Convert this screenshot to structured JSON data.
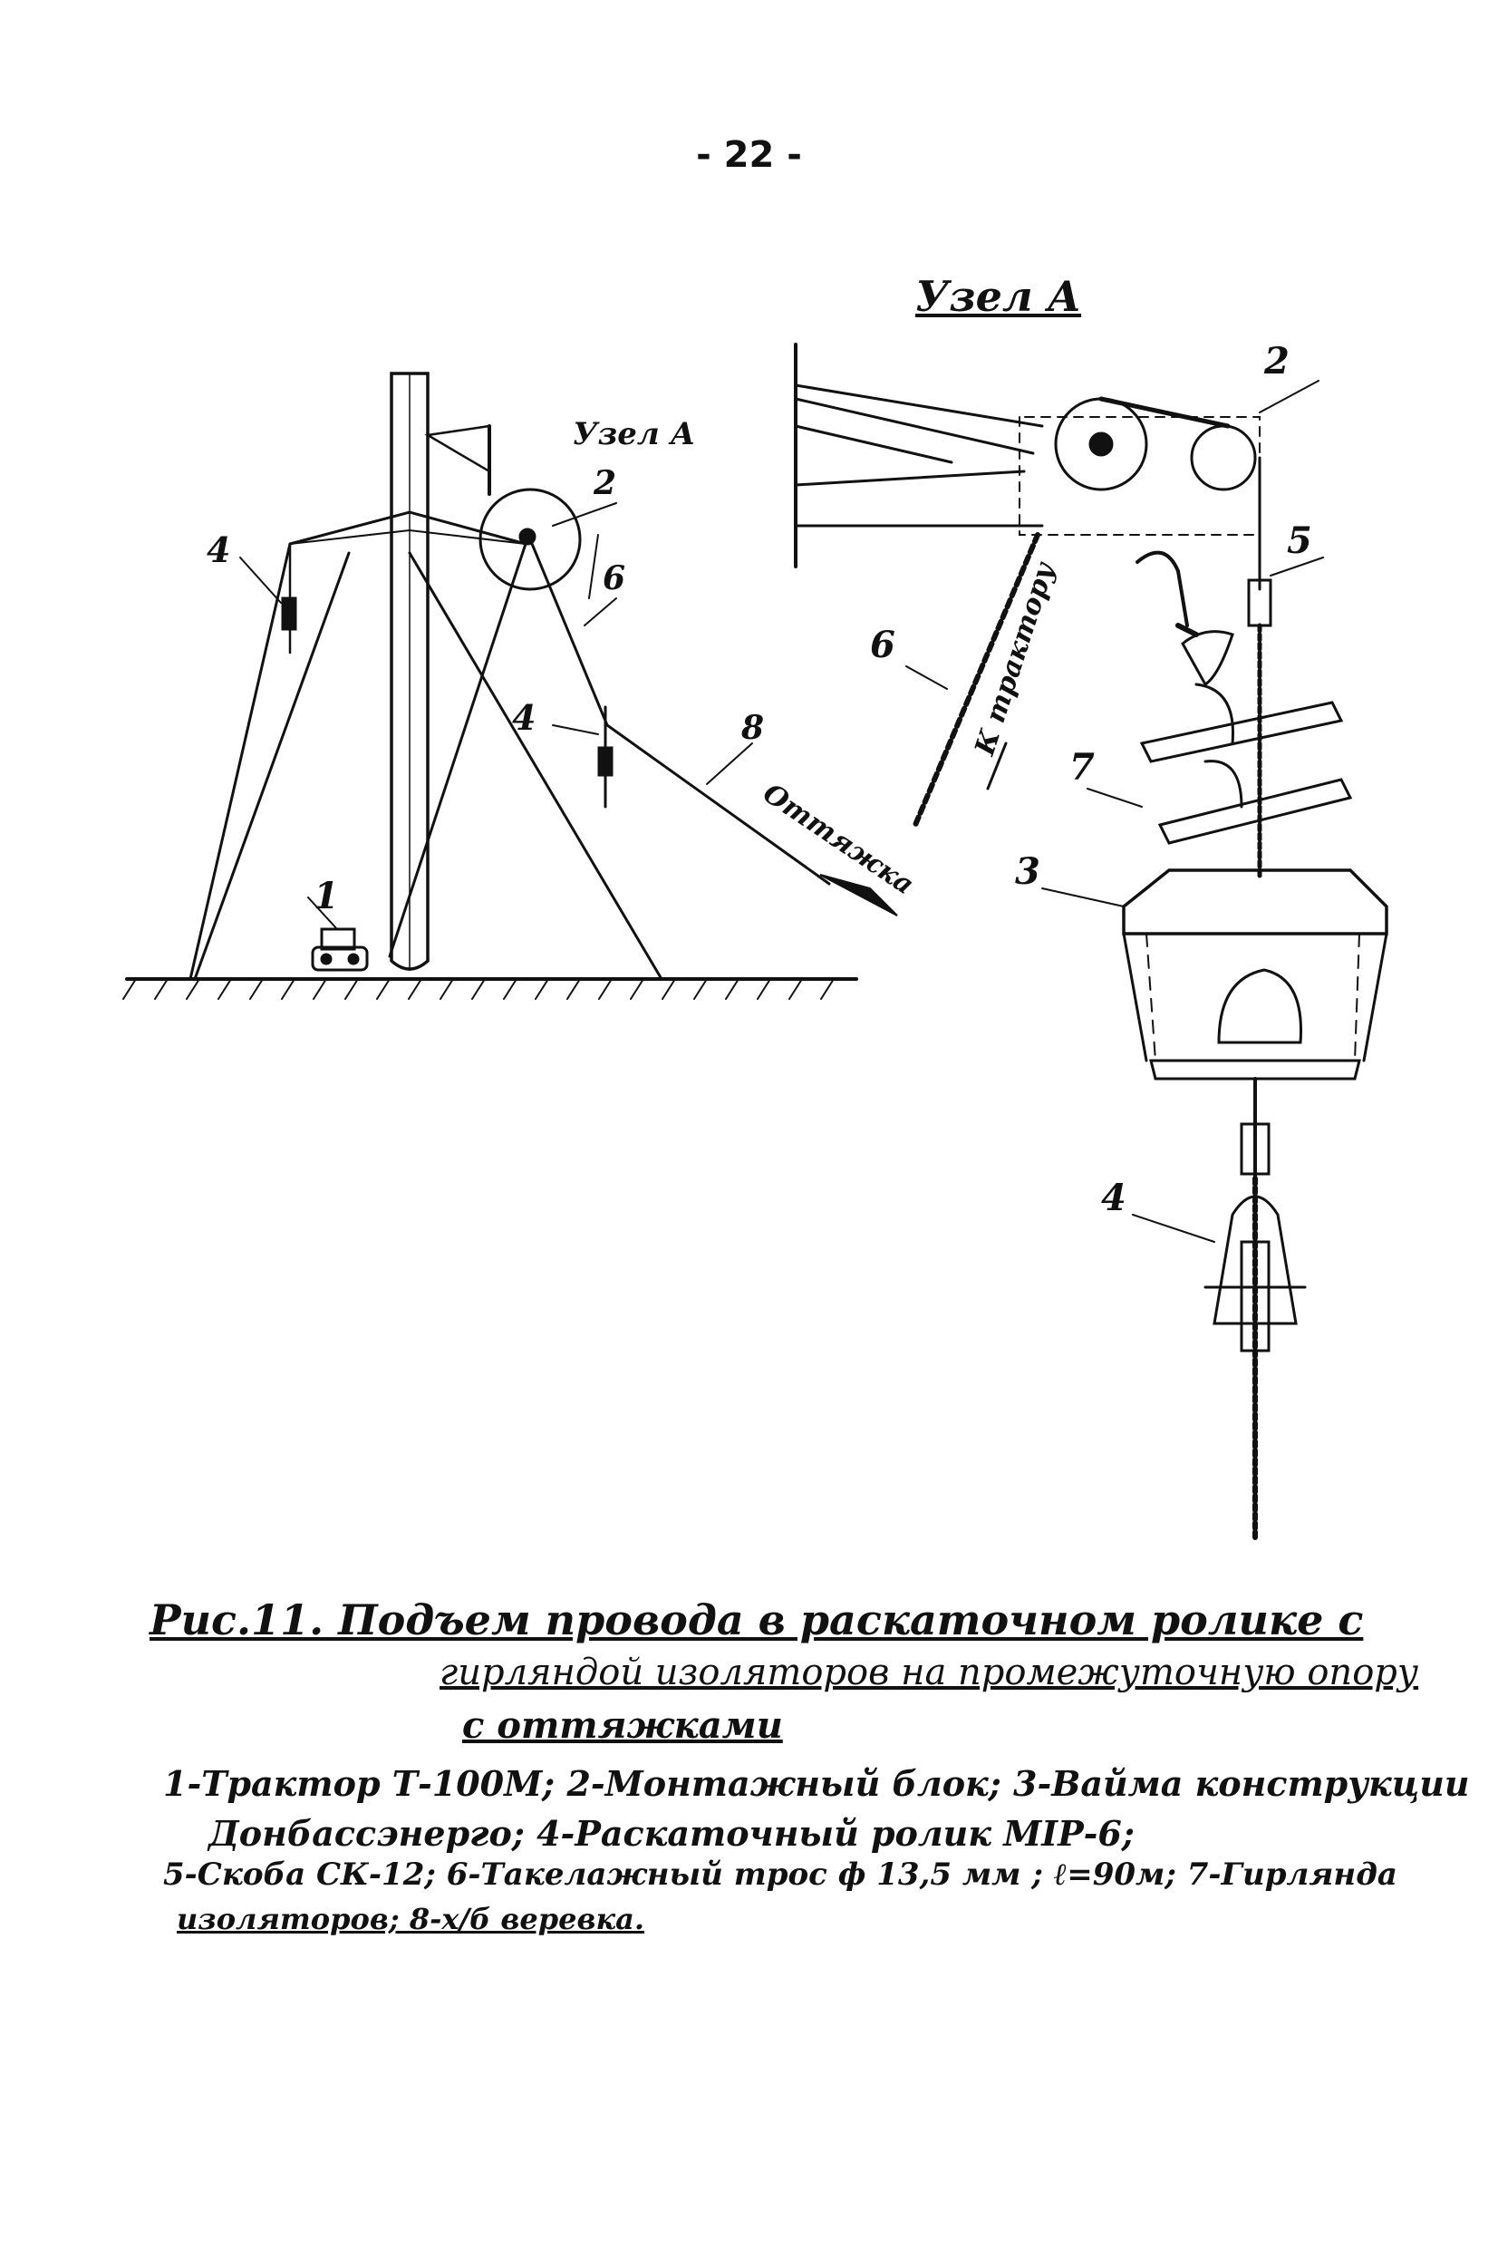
{
  "page_number": "- 22 -",
  "detail_title": "Узел А",
  "left_view": {
    "node_label": "Узел А",
    "callouts": [
      "1",
      "2",
      "4",
      "4",
      "6",
      "8"
    ],
    "guy_text": "Оттяжка"
  },
  "detail_view": {
    "callouts": [
      "2",
      "5",
      "6",
      "7",
      "3",
      "4"
    ],
    "rope_text": "К трактору"
  },
  "caption": {
    "line1": "Рис.11. Подъем провода в раскаточном ролике с",
    "line2": "гирляндой изоляторов на промежуточную опору",
    "line3": "с оттяжками"
  },
  "legend": {
    "line1": "1-Трактор Т-100М; 2-Монтажный блок; 3-Вайма конструкции",
    "line2": "Донбассэнерго; 4-Раскаточный ролик МІР-6;",
    "line3": "5-Скоба СК-12; 6-Такелажный трос ф 13,5 мм ; ℓ=90м; 7-Гирлянда",
    "line4": "изоляторов; 8-х/б веревка."
  },
  "colors": {
    "ink": "#111111",
    "paper": "#ffffff"
  }
}
